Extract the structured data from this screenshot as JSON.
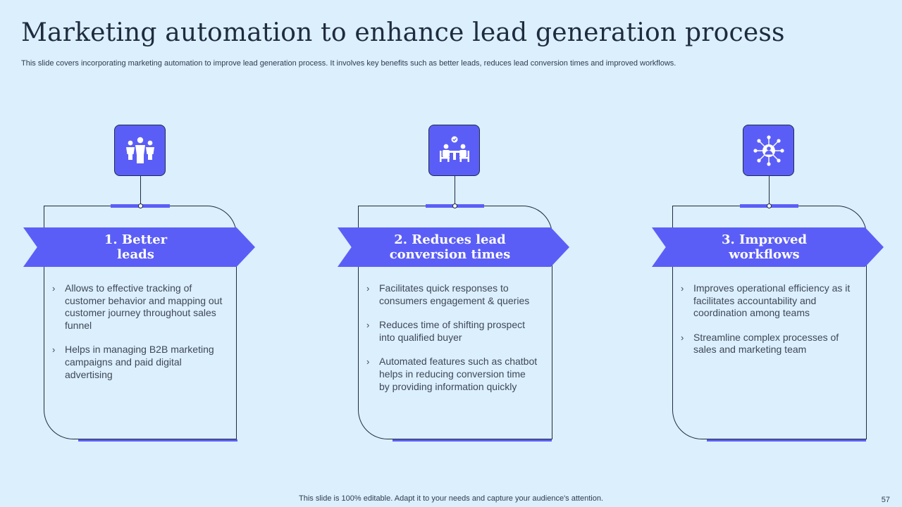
{
  "title": "Marketing automation to enhance lead generation process",
  "subtitle": "This slide covers incorporating marketing automation to improve lead generation process. It involves key benefits such as better leads, reduces lead conversion times and improved workflows.",
  "accent_color": "#5b5ef6",
  "cards": [
    {
      "icon": "team-leader-icon",
      "heading_line1": "1. Better",
      "heading_line2": "leads",
      "bullets": [
        "Allows to effective tracking of customer behavior and mapping out customer journey throughout sales funnel",
        "Helps in managing B2B marketing campaigns and paid digital advertising"
      ]
    },
    {
      "icon": "meeting-table-icon",
      "heading_line1": "2. Reduces lead",
      "heading_line2": "conversion times",
      "bullets": [
        "Facilitates quick responses to consumers engagement & queries",
        "Reduces time of shifting prospect into qualified buyer",
        "Automated features such as chatbot helps in reducing conversion time by providing information quickly"
      ]
    },
    {
      "icon": "network-user-icon",
      "heading_line1": "3. Improved",
      "heading_line2": "workflows",
      "bullets": [
        "Improves operational efficiency as it facilitates accountability and coordination among teams",
        "Streamline complex processes of sales and marketing team"
      ]
    }
  ],
  "footer": "This slide is 100% editable. Adapt it to your needs and capture your audience's attention.",
  "page_number": "57"
}
